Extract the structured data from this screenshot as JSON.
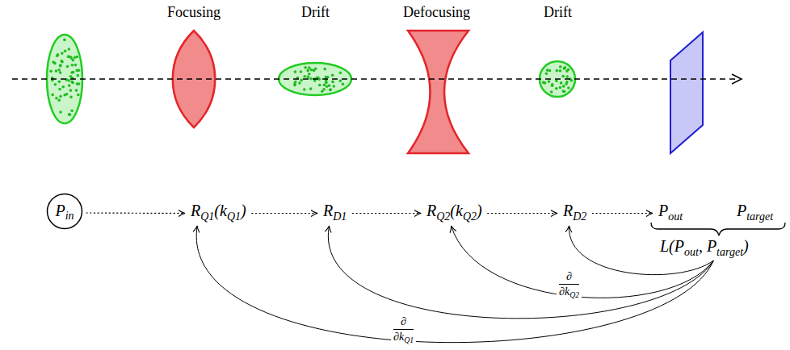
{
  "diagram": {
    "nodes": [
      {
        "text": [
          "Pin"
        ]
      },
      {
        "text": [
          "RQ1(kQ1)"
        ]
      },
      {
        "text": [
          "RD1"
        ]
      },
      {
        "text": [
          "RQ2(kQ2)"
        ]
      },
      {
        "text": [
          "RD2"
        ]
      },
      {
        "text": [
          "Pout"
        ]
      },
      {
        "text": [
          "Ptarget"
        ]
      },
      {
        "text": [
          "L(Pout, Ptarget)"
        ]
      }
    ],
    "edges": [
      {
        "from": 0,
        "to": 1,
        "arrow": "to"
      },
      {
        "from": 1,
        "to": 2,
        "arrow": "to"
      },
      {
        "from": 2,
        "to": 3,
        "arrow": "to"
      },
      {
        "from": 3,
        "to": 4,
        "arrow": "to"
      },
      {
        "from": 4,
        "to": 5,
        "arrow": "to"
      },
      {
        "from": 7,
        "to": 1,
        "arrow": "to"
      },
      {
        "from": 7,
        "to": 2,
        "arrow": "to"
      },
      {
        "from": 7,
        "to": 3,
        "arrow": "to"
      },
      {
        "from": 7,
        "to": 4,
        "arrow": "to"
      }
    ],
    "labels": [
      "Focusing",
      "Drift",
      "Defocusing",
      "Drift",
      "∂",
      "∂kQ2",
      "∂",
      "∂kQ1"
    ]
  }
}
